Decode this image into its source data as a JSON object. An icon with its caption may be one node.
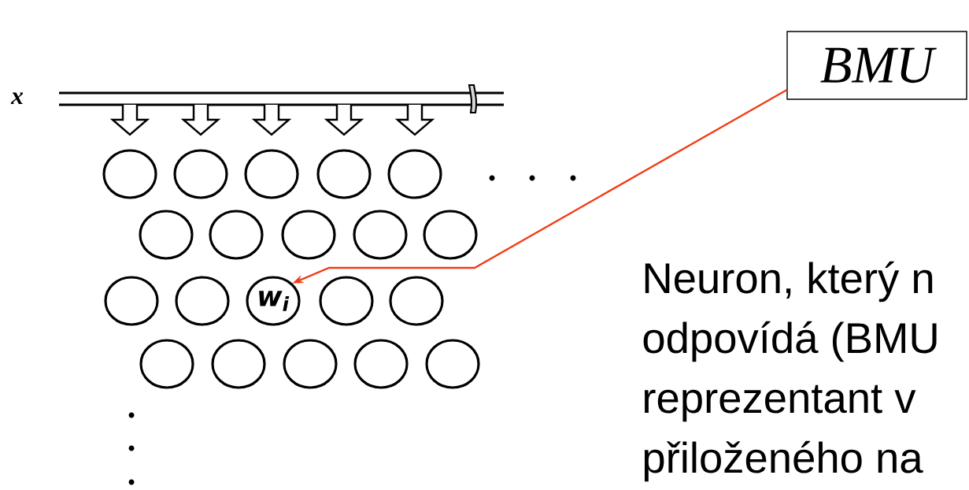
{
  "diagram": {
    "nodes": [
      {
        "text": [
          "BMU"
        ]
      },
      {
        "text": [],
        "shape": "circle"
      },
      {
        "text": [],
        "shape": "circle"
      },
      {
        "text": [],
        "shape": "circle"
      },
      {
        "text": [],
        "shape": "circle"
      },
      {
        "text": [],
        "shape": "circle"
      },
      {
        "text": [],
        "shape": "circle"
      },
      {
        "text": [],
        "shape": "circle"
      },
      {
        "text": [],
        "shape": "circle"
      },
      {
        "text": [],
        "shape": "circle"
      },
      {
        "text": [],
        "shape": "circle"
      },
      {
        "text": [],
        "shape": "circle"
      },
      {
        "text": [],
        "shape": "circle"
      },
      {
        "text": [
          "w$_{i}$"
        ]
      },
      {
        "text": [],
        "shape": "circle"
      },
      {
        "text": [],
        "shape": "circle"
      },
      {
        "text": [],
        "shape": "circle"
      },
      {
        "text": [],
        "shape": "circle"
      },
      {
        "text": [],
        "shape": "circle"
      },
      {
        "text": [],
        "shape": "circle"
      },
      {
        "text": [],
        "shape": "circle"
      }
    ],
    "edges": [
      {
        "from": 0,
        "to": 13,
        "arrow": "to",
        "color": "#f03c14"
      }
    ],
    "labels": [
      "x",
      "Neuron, který n",
      "odpovídá (BMU",
      "reprezentant v",
      "přiloženého na"
    ]
  }
}
